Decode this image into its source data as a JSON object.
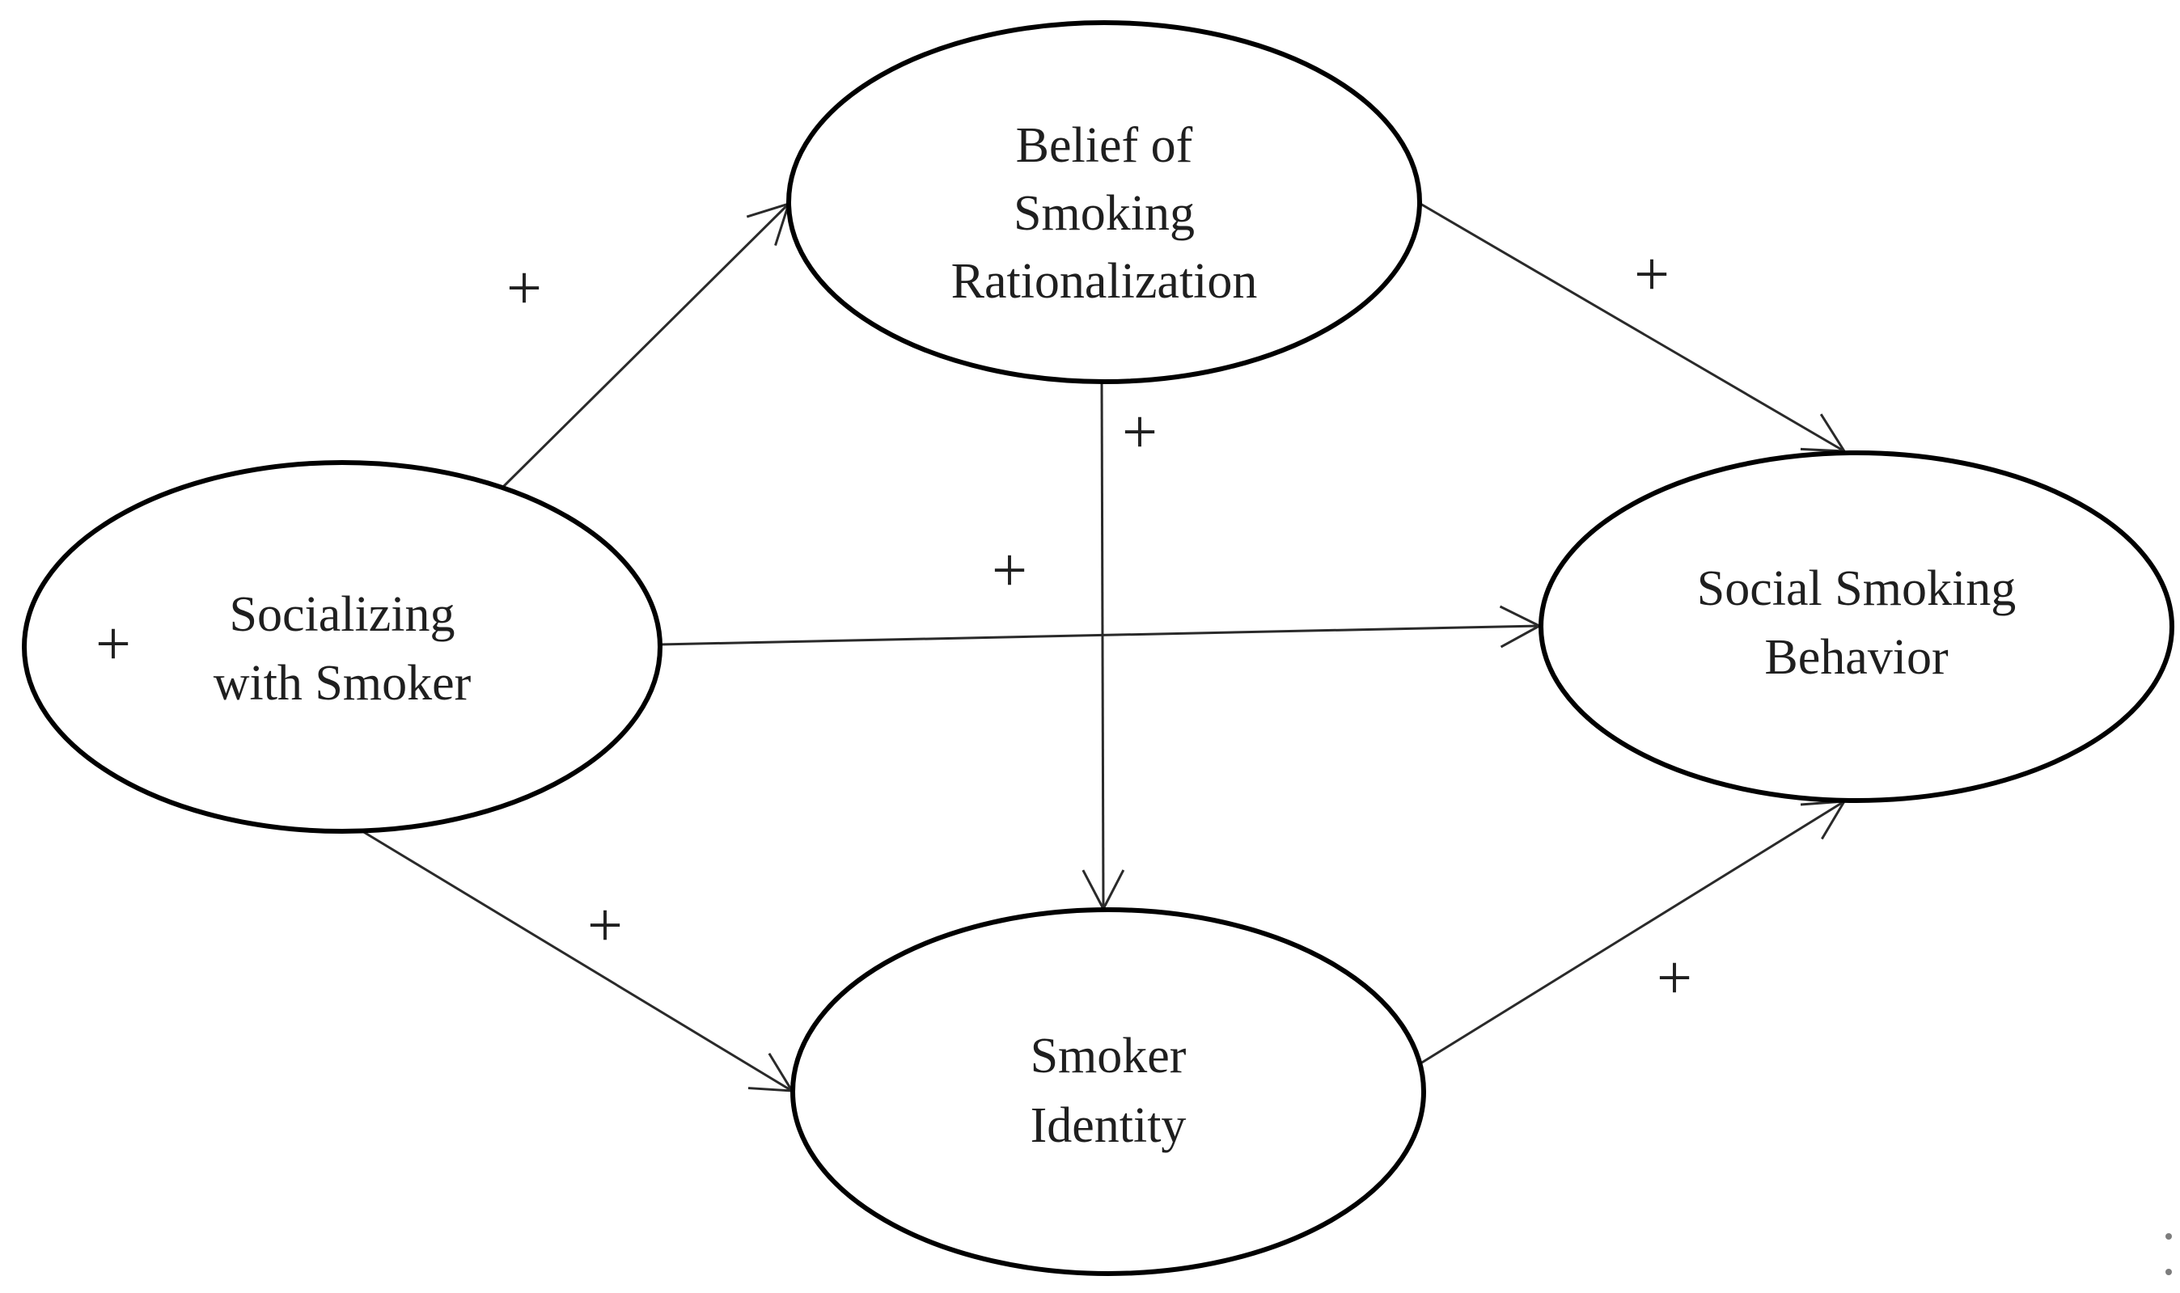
{
  "diagram": {
    "type": "path-model",
    "background_color": "#ffffff",
    "node_fill": "#ffffff",
    "node_stroke_color": "#000000",
    "edge_color": "#2a2a2a",
    "text_color": "#1f1f1f",
    "nodes": [
      {
        "id": "socializing-with-smoker",
        "label": "Socializing with Smoker",
        "lines": [
          "Socializing",
          "with Smoker"
        ]
      },
      {
        "id": "belief-of-smoking-rationalization",
        "label": "Belief of Smoking Rationalization",
        "lines": [
          "Belief of",
          "Smoking",
          "Rationalization"
        ]
      },
      {
        "id": "social-smoking-behavior",
        "label": "Social Smoking Behavior",
        "lines": [
          "Social Smoking",
          "Behavior"
        ]
      },
      {
        "id": "smoker-identity",
        "label": "Smoker Identity",
        "lines": [
          "Smoker",
          "Identity"
        ]
      }
    ],
    "edges": [
      {
        "from": "socializing-with-smoker",
        "to": "belief-of-smoking-rationalization",
        "sign": "+"
      },
      {
        "from": "belief-of-smoking-rationalization",
        "to": "social-smoking-behavior",
        "sign": "+"
      },
      {
        "from": "socializing-with-smoker",
        "to": "social-smoking-behavior",
        "sign": "+"
      },
      {
        "from": "socializing-with-smoker",
        "to": "smoker-identity",
        "sign": "+"
      },
      {
        "from": "belief-of-smoking-rationalization",
        "to": "smoker-identity",
        "sign": "+"
      },
      {
        "from": "smoker-identity",
        "to": "social-smoking-behavior",
        "sign": "+"
      }
    ],
    "stray_sign": "+"
  }
}
